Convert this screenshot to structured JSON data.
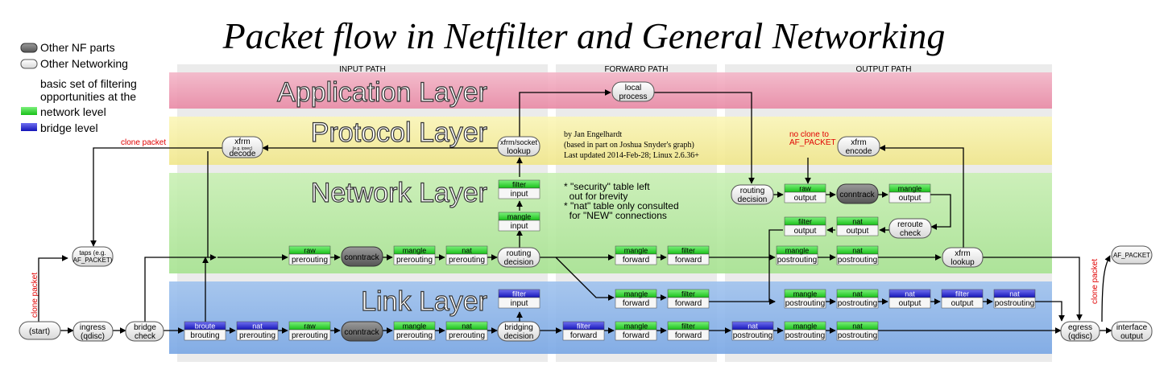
{
  "title": "Packet flow in Netfilter and General Networking",
  "legend": [
    {
      "label": "Other NF parts",
      "color": "#6f6f6f"
    },
    {
      "label": "Other Networking",
      "color": "#eeeeee"
    },
    {
      "label": "basic set of filtering",
      "color": ""
    },
    {
      "label": "opportunities at the",
      "color": ""
    },
    {
      "label": "network level",
      "color": "#22cc22"
    },
    {
      "label": "bridge level",
      "color": "#2222cc"
    }
  ],
  "paths": {
    "input": "INPUT PATH",
    "forward": "FORWARD PATH",
    "output": "OUTPUT PATH"
  },
  "layers": {
    "application": "Application Layer",
    "protocol": "Protocol Layer",
    "network": "Network Layer",
    "link": "Link Layer"
  },
  "credits": [
    "by Jan Engelhardt",
    "(based in part on Joshua Snyder's graph)",
    "Last updated 2014-Feb-28; Linux 2.6.36+"
  ],
  "notes": [
    "* \"security\" table left",
    "  out for brevity",
    "* \"nat\" table only consulted",
    "  for \"NEW\" connections"
  ],
  "red_labels": {
    "clone_packet_top": "clone packet",
    "clone_packet_left": "clone packet",
    "clone_packet_right": "clone packet",
    "no_clone_1": "no clone to",
    "no_clone_2": "AF_PACKET"
  },
  "small_text": {
    "xfrm_small": "(e.g. ipsec)",
    "taps_1": "taps (e.g.",
    "taps_2": "AF_PACKET)",
    "af_packet": "AF_PACKET"
  },
  "nodes": {
    "start": "(start)",
    "ingress_1": "ingress",
    "ingress_2": "(qdisc)",
    "bridge_check_1": "bridge",
    "bridge_check_2": "check",
    "local_process_1": "local",
    "local_process_2": "process",
    "xfrm_decode_1": "xfrm",
    "xfrm_decode_2": "decode",
    "xfrm_socket_1": "xfrm/socket",
    "xfrm_socket_2": "lookup",
    "xfrm_encode_1": "xfrm",
    "xfrm_encode_2": "encode",
    "routing_decision_1": "routing",
    "routing_decision_2": "decision",
    "bridging_decision_1": "bridging",
    "bridging_decision_2": "decision",
    "routing_decision_out_1": "routing",
    "routing_decision_out_2": "decision",
    "reroute_check_1": "reroute",
    "reroute_check_2": "check",
    "xfrm_lookup_1": "xfrm",
    "xfrm_lookup_2": "lookup",
    "egress_1": "egress",
    "egress_2": "(qdisc)",
    "interface_output_1": "interface",
    "interface_output_2": "output",
    "conntrack": "conntrack"
  },
  "hooks": {
    "raw": "raw",
    "mangle": "mangle",
    "nat": "nat",
    "filter": "filter",
    "broute": "broute",
    "prerouting": "prerouting",
    "input": "input",
    "forward": "forward",
    "output": "output",
    "postrouting": "postrouting",
    "brouting": "brouting"
  }
}
